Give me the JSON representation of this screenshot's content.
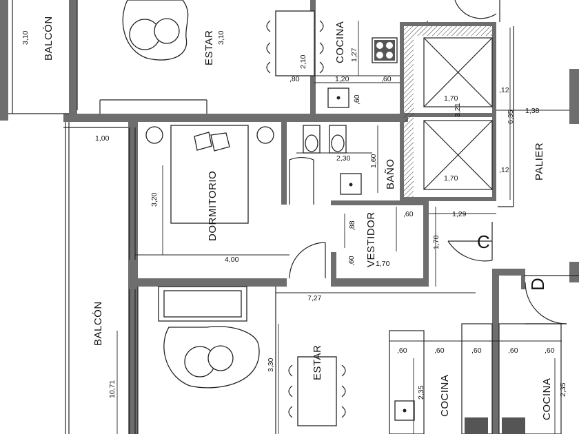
{
  "rooms": {
    "balcon_top": "BALCÓN",
    "estar_top": "ESTAR",
    "cocina_top": "COCINA",
    "dormitorio": "DORMITORIO",
    "bano": "BAÑO",
    "vestidor": "VESTIDOR",
    "palier": "PALIER",
    "balcon_left": "BALCÓN",
    "estar_bottom": "ESTAR",
    "cocina_bottom_1": "COCINA",
    "cocina_bottom_2": "COCINA"
  },
  "stairs": {
    "c": "C",
    "d": "D"
  },
  "dimensions": {
    "d_3_10_a": "3,10",
    "d_3_10_b": "3,10",
    "d_2_10": "2,10",
    "d_1_27": "1,27",
    "d_80_a": ",80",
    "d_1_20": "1,20",
    "d_60_a": ",60",
    "d_60_b": ",60",
    "d_1_70_a": "1,70",
    "d_12_a": ",12",
    "d_3_21": "3,21",
    "d_6_35": "6,35",
    "d_1_38": "1,38",
    "d_12_b": ",12",
    "d_1_70_b": "1,70",
    "d_1_00": "1,00",
    "d_2_30": "2,30",
    "d_1_60": "1,60",
    "d_3_20": "3,20",
    "d_88": ",88",
    "d_60_c": ",60",
    "d_1_29": "1,29",
    "d_1_70_c": "1,70",
    "d_4_00": "4,00",
    "d_60_d": ",60",
    "d_1_70_d": "1,70",
    "d_7_27": "7,27",
    "d_3_30": "3,30",
    "d_10_71": "10,71",
    "d_60_e": ",60",
    "d_60_f": ",60",
    "d_60_g": ",60",
    "d_60_h": ",60",
    "d_60_i": ",60",
    "d_2_35_a": "2,35",
    "d_2_35_b": "2,35"
  },
  "colors": {
    "wall": "#6e6e6e",
    "line": "#222222",
    "background": "#ffffff"
  }
}
